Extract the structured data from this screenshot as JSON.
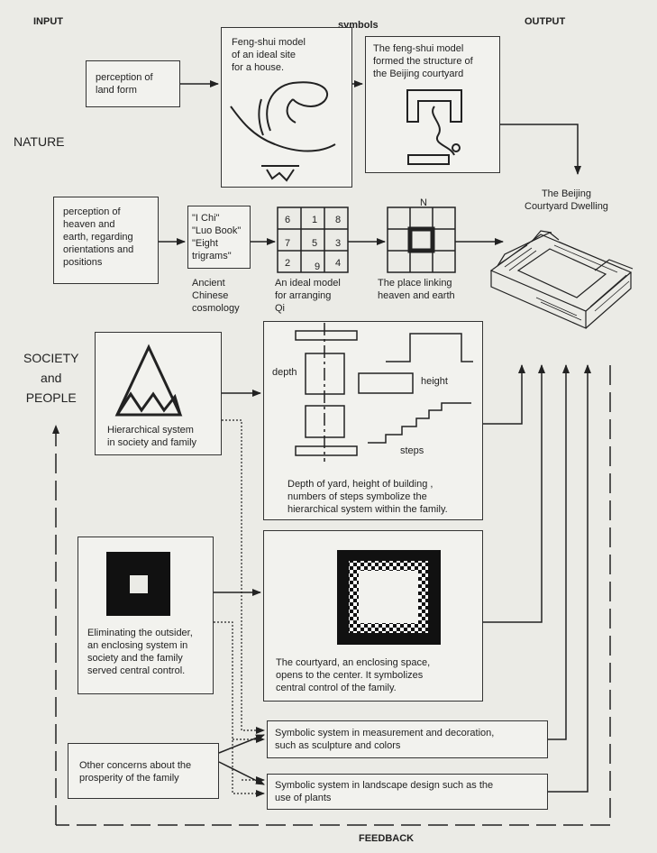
{
  "headers": {
    "input": "INPUT",
    "symbols": "symbols",
    "output": "OUTPUT",
    "feedback": "FEEDBACK"
  },
  "side_labels": {
    "nature": "NATURE",
    "society": "SOCIETY\nand\nPEOPLE"
  },
  "inputs": {
    "land": "perception of\nland form",
    "heaven": "perception of\nheaven and\nearth, regarding\norientations and\npositions",
    "hier": "Hierarchical system\nin society and family",
    "encl": "Eliminating the outsider,\nan enclosing system in\nsociety and the family\nserved central control.",
    "other": "Other concerns about the\nprosperity of the family"
  },
  "symbols": {
    "fengshui": "Feng-shui model\nof an ideal site\nfor  a house.",
    "courtyard_structure": "The feng-shui model\nformed the structure of\nthe Beijing courtyard",
    "trigrams": "\"I Chi\"\n\"Luo Book\"\n\"Eight\ntrigrams\"",
    "cosmology_caption": "Ancient\nChinese\ncosmology",
    "ideal_caption": "An ideal model\nfor arranging\nQi",
    "place_caption": "The place linking\nheaven and earth",
    "north": "N",
    "depth": "depth",
    "height": "height",
    "steps": "steps",
    "hier_caption": "Depth of yard, height of building ,\nnumbers of steps symbolize the\nhierarchical system within the family.",
    "encl_caption": "The courtyard, an enclosing space,\nopens to the center.  It symbolizes\ncentral control of the family.",
    "measure": "Symbolic system in measurement and decoration,\nsuch as sculpture and colors",
    "landscape": "Symbolic system in landscape design such as the\nuse of  plants"
  },
  "magic_square": [
    [
      "6",
      "1",
      "8"
    ],
    [
      "7",
      "5",
      "3"
    ],
    [
      "2",
      "9",
      "4"
    ]
  ],
  "output": {
    "title": "The Beijing\nCourtyard Dwelling"
  }
}
